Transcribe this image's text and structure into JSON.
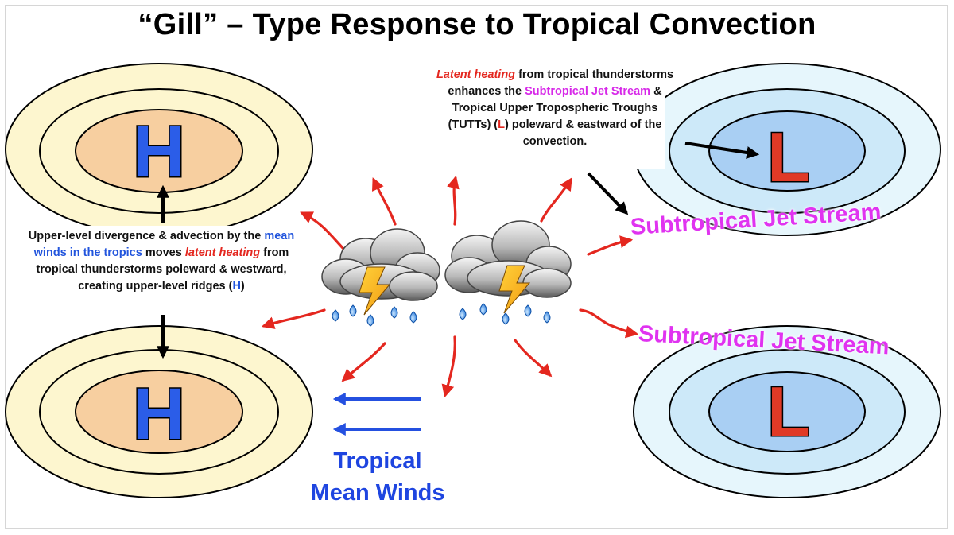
{
  "title": "“Gill” – Type Response to Tropical Convection",
  "highs": [
    "H",
    "H"
  ],
  "lows": [
    "L",
    "L"
  ],
  "left_caption": {
    "part1": "Upper-level divergence & advection by the ",
    "blue": "mean winds in the tropics",
    "part2": " moves ",
    "red": "latent heating",
    "part3": " from tropical thunderstorms poleward & westward, creating upper-level ridges (",
    "h": "H",
    "part4": ")"
  },
  "right_caption": {
    "red": "Latent heating",
    "part1": " from tropical thunderstorms enhances the ",
    "magenta": "Subtropical Jet Stream",
    "part2": " & Tropical Upper Tropospheric Troughs (TUTTs) (",
    "l": "L",
    "part3": ") poleward & eastward of the convection."
  },
  "jet_labels": [
    "Subtropical Jet Stream",
    "Subtropical Jet Stream"
  ],
  "mean_winds": {
    "line1": "Tropical",
    "line2": "Mean Winds"
  },
  "icons": [
    "thunderstorm-cloud-icon",
    "thunderstorm-cloud-icon"
  ],
  "colors": {
    "high_outer": "#fdf6cf",
    "high_inner": "#f7cfa0",
    "low_outer": "#e6f6fc",
    "low_inner": "#a9cff3",
    "high_letter": "#2b5de8",
    "low_letter": "#e03a26",
    "heat_arrow": "#e4271f",
    "wind_arrow": "#2450e0",
    "jet_text": "#e033f0"
  }
}
